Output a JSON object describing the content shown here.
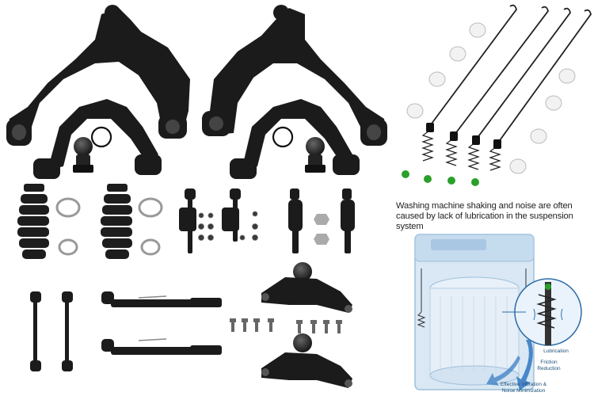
{
  "infographic": {
    "caption": "Washing machine shaking and noise are often caused by lack of lubrication in the suspension system",
    "labels": {
      "lubrication": "Lubrication",
      "friction": "Friction Reduction",
      "vibration": "Effective Vibration & Noise Minimization"
    }
  },
  "colors": {
    "part_black": "#1a1a1a",
    "spring_green": "#2aa02a",
    "washer_blue": "#cfe3f3",
    "label_blue": "#1c4f7a"
  }
}
